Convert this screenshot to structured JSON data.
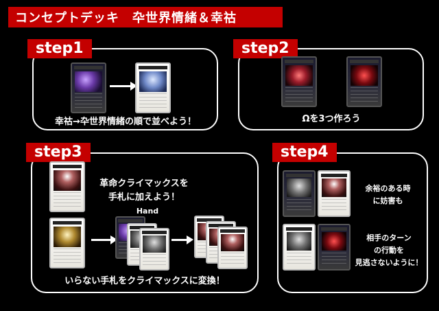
{
  "title": "コンセプトデッキ　卆世界情緒＆幸祜",
  "steps": [
    {
      "label": "step1",
      "caption": "幸祜→卆世界情緒の順で並べよう！"
    },
    {
      "label": "step2",
      "caption": "Ωを3つ作ろう"
    },
    {
      "label": "step3",
      "caption_top": "革命クライマックスを\n手札に加えよう！",
      "hand_label": "Hand",
      "caption_bottom": "いらない手札をクライマックスに変換！"
    },
    {
      "label": "step4",
      "caption_a": "余裕のある時\nに妨害も",
      "caption_b": "相手のターン\nの行動を\n見逃さないように！"
    }
  ],
  "colors": {
    "accent": "#c40000",
    "background": "#000000",
    "text": "#ffffff"
  }
}
